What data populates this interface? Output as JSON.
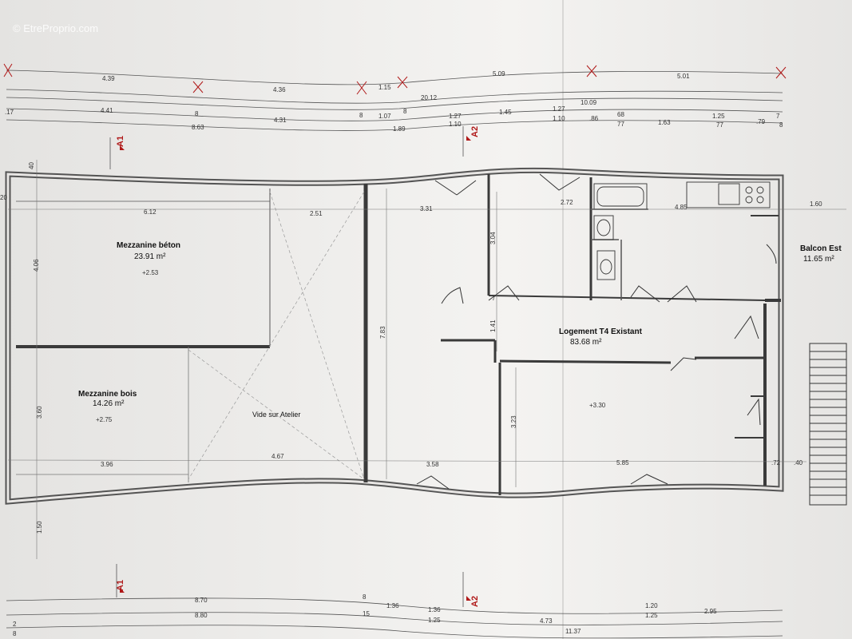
{
  "watermark": "© EtreProprio.com",
  "rooms": [
    {
      "name": "Mezzanine béton",
      "area": "23.91 m²",
      "level": "+2.53"
    },
    {
      "name": "Mezzanine bois",
      "area": "14.26 m²",
      "level": "+2.75"
    },
    {
      "name": "Vide sur Atelier"
    },
    {
      "name": "Logement T4 Existant",
      "area": "83.68 m²",
      "level": "+3.30"
    },
    {
      "name": "Balcon Est",
      "area": "11.65 m²"
    }
  ],
  "section_markers": [
    "A1",
    "A2",
    "A1",
    "A2"
  ],
  "dims_top_row1": [
    "4.39",
    "4.36",
    "1.15",
    "5.09",
    "5.01"
  ],
  "dims_top_row2": [
    "20.12"
  ],
  "dims_top_row3": [
    "10.09"
  ],
  "dims_top_row4": [
    ".17",
    "4.41",
    "8",
    "4.31",
    "8",
    "1.07",
    "8",
    "1.27",
    "1.45",
    "1.27",
    "68",
    "1.25",
    "7"
  ],
  "dims_top_row5": [
    "8.63",
    "1.89",
    "1.10",
    "1.10",
    ".86",
    "77",
    "1.63",
    "77",
    ".79",
    "8"
  ],
  "dims_interior": [
    "6.12",
    "2.51",
    "3.31",
    "2.72",
    "4.85",
    "1.60",
    "3.96",
    "4.67",
    "3.58",
    "5.85",
    ".72",
    ".40"
  ],
  "dims_vertical": [
    "40",
    "20",
    "4.06",
    "3.60",
    "1.50",
    "3.04",
    "7",
    "1.41",
    "3.23",
    "7.83"
  ],
  "dims_bottom_row1": [
    "8.70",
    "8",
    "1.36",
    "1.36",
    "1.20",
    "2.95"
  ],
  "dims_bottom_row2": [
    "8.80",
    "15",
    "1.25",
    "4.73",
    "1.25"
  ],
  "dims_bottom_row3": [
    "2",
    "8",
    "11.37"
  ]
}
